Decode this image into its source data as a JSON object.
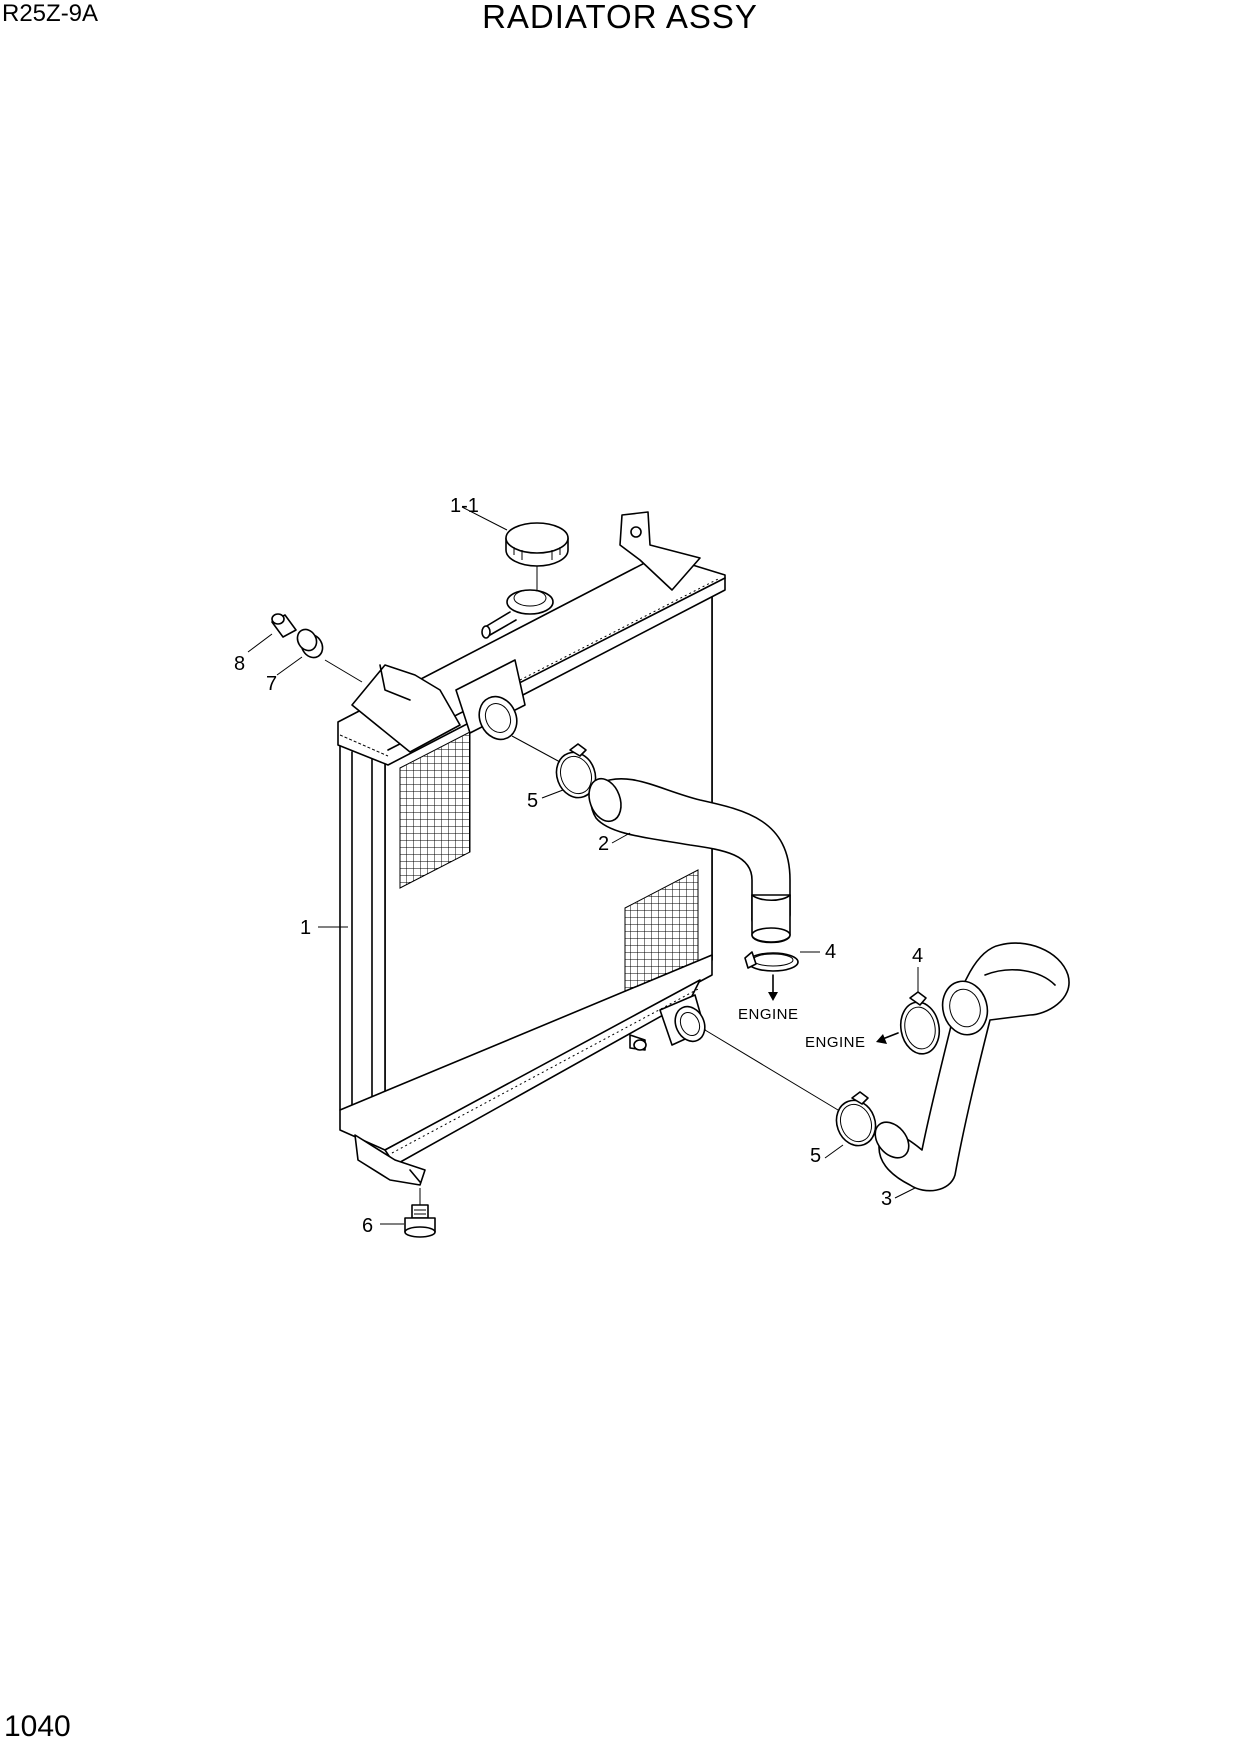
{
  "header": {
    "model": "R25Z-9A",
    "title": "RADIATOR ASSY"
  },
  "footer": {
    "page": "1040"
  },
  "callouts": {
    "radiator": "1",
    "cap": "1-1",
    "upper_hose": "2",
    "lower_hose": "3",
    "clamp_upper_engine": "4",
    "clamp_lower_engine": "4",
    "clamp_upper_radiator": "5",
    "clamp_lower_radiator": "5",
    "drain_plug": "6",
    "mount_rubber": "7",
    "collar": "8"
  },
  "notes": {
    "engine_upper": "ENGINE",
    "engine_lower": "ENGINE"
  }
}
